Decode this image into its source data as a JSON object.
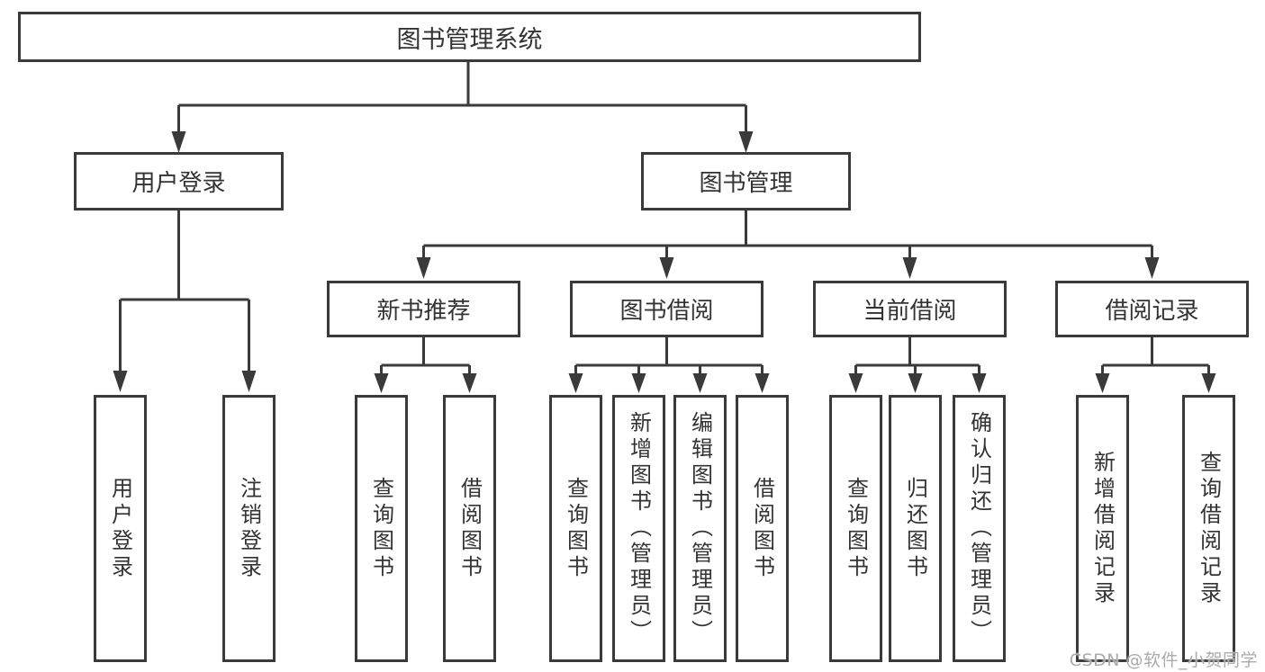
{
  "colors": {
    "line": "#3a3a3a",
    "box_border": "#3a3a3a",
    "text": "#333333",
    "background": "#ffffff",
    "watermark": "#ababab"
  },
  "watermark": "CSDN @软件_小贺同学",
  "tree": {
    "root": "图书管理系统",
    "children": [
      {
        "label": "用户登录",
        "children": [
          "用户登录",
          "注销登录"
        ]
      },
      {
        "label": "图书管理",
        "children": [
          {
            "label": "新书推荐",
            "children": [
              "查询图书",
              "借阅图书"
            ]
          },
          {
            "label": "图书借阅",
            "children": [
              "查询图书",
              "新增图书（管理员）",
              "编辑图书（管理员）",
              "借阅图书"
            ]
          },
          {
            "label": "当前借阅",
            "children": [
              "查询图书",
              "归还图书",
              "确认归还（管理员）"
            ]
          },
          {
            "label": "借阅记录",
            "children": [
              "新增借阅记录",
              "查询借阅记录"
            ]
          }
        ]
      }
    ]
  }
}
